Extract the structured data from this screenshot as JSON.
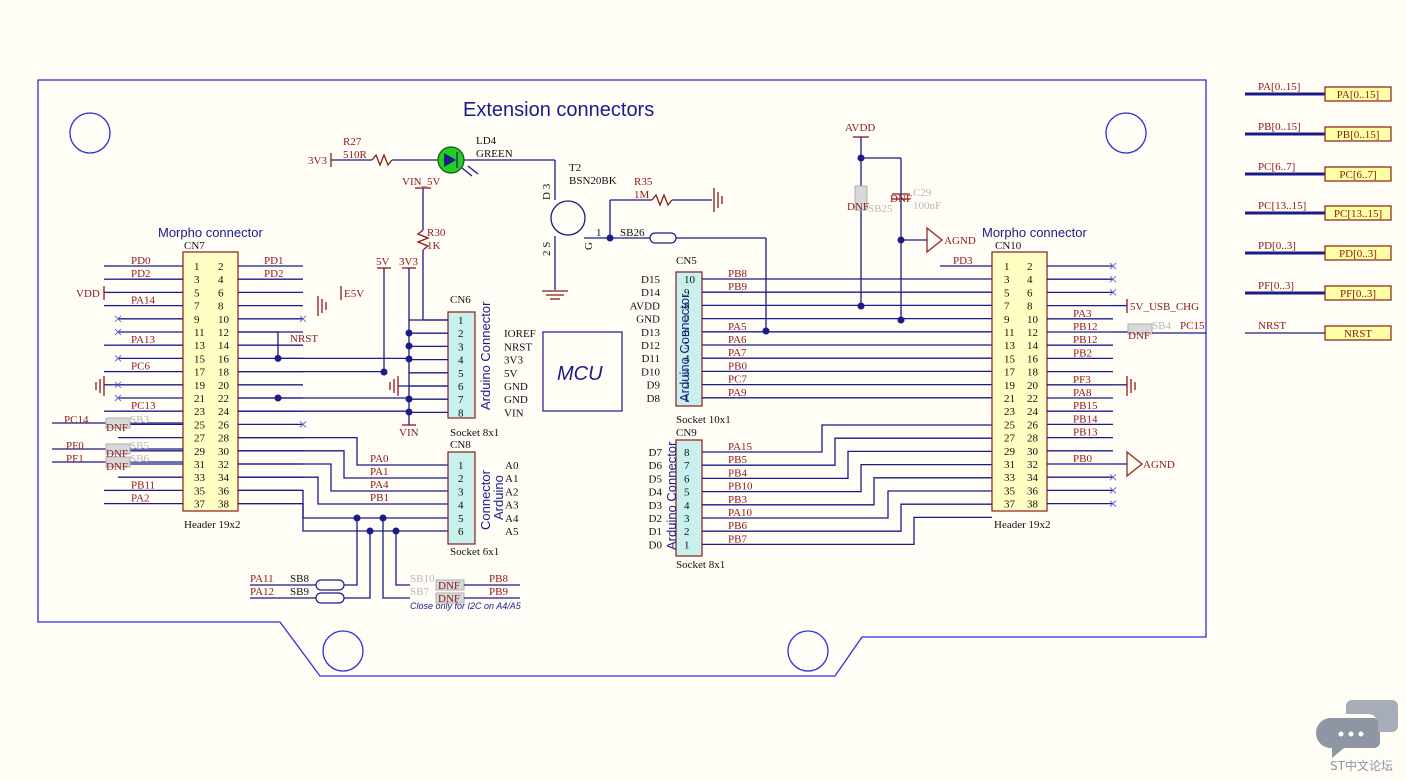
{
  "title": "Extension connectors",
  "watermark": "ST中文论坛",
  "colors": {
    "wire": "#1b1b8a",
    "net": "#8b1a1a",
    "header": "#ffffc4",
    "socket": "#c8f0ec",
    "board": "#2e2ee0"
  },
  "cn7": {
    "section": "Morpho connector",
    "ref": "CN7",
    "footer": "Header 19x2",
    "left_pins": [
      "1",
      "3",
      "5",
      "7",
      "9",
      "11",
      "13",
      "15",
      "17",
      "19",
      "21",
      "23",
      "25",
      "27",
      "29",
      "31",
      "33",
      "35",
      "37"
    ],
    "right_pins": [
      "2",
      "4",
      "6",
      "8",
      "10",
      "12",
      "14",
      "16",
      "18",
      "20",
      "22",
      "24",
      "26",
      "28",
      "30",
      "32",
      "34",
      "36",
      "38"
    ],
    "left_nets": [
      "PD0",
      "PD2",
      "",
      "PA14",
      "",
      "",
      "PA13",
      "",
      "PC6",
      "",
      "",
      "PC13",
      "",
      "",
      "",
      "",
      "",
      "PB11",
      "PA2"
    ],
    "right_nets": [
      "PD1",
      "PD2",
      "",
      "",
      "",
      "",
      "",
      "",
      "",
      "",
      "",
      "",
      "",
      "",
      "",
      "",
      "",
      "",
      ""
    ],
    "vdd": "VDD",
    "e5v": "E5V",
    "nrst": "NRST",
    "pc14": "PC14",
    "pf0": "PF0",
    "pf1": "PF1",
    "sb3": "SB3",
    "sb5": "SB5",
    "sb6": "SB6",
    "dnf": "DNF"
  },
  "cn6": {
    "ref": "CN6",
    "title": "Arduino Connector",
    "footer": "Socket 8x1",
    "pins": [
      "1",
      "2",
      "3",
      "4",
      "5",
      "6",
      "7",
      "8"
    ],
    "labels": [
      "",
      "IOREF",
      "NRST",
      "3V3",
      "5V",
      "GND",
      "GND",
      "VIN"
    ],
    "p5v": "5V",
    "p3v3": "3V3",
    "vin": "VIN"
  },
  "cn8": {
    "ref": "CN8",
    "title1": "Connector",
    "title2": "Arduino",
    "footer": "Socket 6x1",
    "pins": [
      "1",
      "2",
      "3",
      "4",
      "5",
      "6"
    ],
    "labels": [
      "A0",
      "A1",
      "A2",
      "A3",
      "A4",
      "A5"
    ],
    "nets": [
      "PA0",
      "PA1",
      "PA4",
      "PB1",
      "",
      ""
    ]
  },
  "bottom": {
    "pa11": "PA11",
    "pa12": "PA12",
    "sb8": "SB8",
    "sb9": "SB9",
    "sb10": "SB10",
    "sb7": "SB7",
    "pb8": "PB8",
    "pb9": "PB9",
    "dnf": "DNF",
    "note": "Close only for I2C on A4/A5"
  },
  "led": {
    "r27": "R27",
    "r27v": "510R",
    "v3v3": "3V3",
    "ld4": "LD4",
    "green": "GREEN",
    "vin5v": "VIN_5V",
    "r30": "R30",
    "r30v": "1K",
    "t2": "T2",
    "t2v": "BSN20BK",
    "d3": "D 3",
    "g": "G",
    "s2": "2 S",
    "one": "1",
    "r35": "R35",
    "r35v": "1M",
    "sb26": "SB26"
  },
  "mcu": "MCU",
  "cn5": {
    "ref": "CN5",
    "title": "Arduino Connector",
    "footer": "Socket 10x1",
    "pins": [
      "10",
      "9",
      "8",
      "7",
      "6",
      "5",
      "4",
      "3",
      "2",
      "1"
    ],
    "labels": [
      "D15",
      "D14",
      "AVDD",
      "GND",
      "D13",
      "D12",
      "D11",
      "D10",
      "D9",
      "D8"
    ],
    "nets": [
      "PB8",
      "PB9",
      "",
      "",
      "PA5",
      "PA6",
      "PA7",
      "PB0",
      "PC7",
      "PA9"
    ]
  },
  "cn9": {
    "ref": "CN9",
    "title": "Arduino Connector",
    "footer": "Socket 8x1",
    "pins": [
      "8",
      "7",
      "6",
      "5",
      "4",
      "3",
      "2",
      "1"
    ],
    "labels": [
      "D7",
      "D6",
      "D5",
      "D4",
      "D3",
      "D2",
      "D1",
      "D0"
    ],
    "nets": [
      "PA15",
      "PB5",
      "PB4",
      "PB10",
      "PB3",
      "PA10",
      "PB6",
      "PB7"
    ]
  },
  "avdd": {
    "avdd": "AVDD",
    "sb25": "SB25",
    "dnf": "DNF",
    "c29": "C29",
    "c29dnf": "DNF",
    "c29v": "100nF",
    "agnd": "AGND"
  },
  "cn10": {
    "section": "Morpho connector",
    "ref": "CN10",
    "footer": "Header 19x2",
    "left_pins": [
      "1",
      "3",
      "5",
      "7",
      "9",
      "11",
      "13",
      "15",
      "17",
      "19",
      "21",
      "23",
      "25",
      "27",
      "29",
      "31",
      "33",
      "35",
      "37"
    ],
    "right_pins": [
      "2",
      "4",
      "6",
      "8",
      "10",
      "12",
      "14",
      "16",
      "18",
      "20",
      "22",
      "24",
      "26",
      "28",
      "30",
      "32",
      "34",
      "36",
      "38"
    ],
    "left_nets": [
      "PD3"
    ],
    "right_nets": [
      "",
      "",
      "",
      "",
      "PA3",
      "PB12",
      "PB12",
      "PB2",
      "",
      "PF3",
      "PA8",
      "PB15",
      "PB14",
      "PB13",
      "",
      "PB0",
      "",
      "",
      ""
    ],
    "usb": "5V_USB_CHG",
    "pc15": "PC15",
    "sb4": "SB4",
    "dnf": "DNF",
    "agnd": "AGND"
  },
  "ports": [
    {
      "wire": "PA[0..15]",
      "flag": "PA[0..15]"
    },
    {
      "wire": "PB[0..15]",
      "flag": "PB[0..15]"
    },
    {
      "wire": "PC[6..7]",
      "flag": "PC[6..7]"
    },
    {
      "wire": "PC[13..15]",
      "flag": "PC[13..15]"
    },
    {
      "wire": "PD[0..3]",
      "flag": "PD[0..3]"
    },
    {
      "wire": "PF[0..3]",
      "flag": "PF[0..3]"
    },
    {
      "wire": "NRST",
      "flag": "NRST"
    }
  ]
}
